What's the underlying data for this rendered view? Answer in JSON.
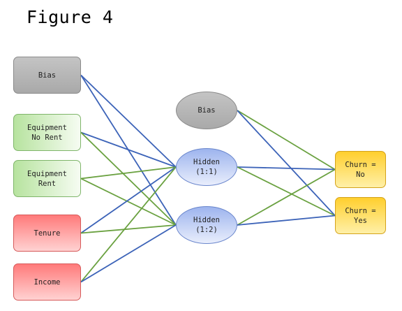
{
  "title": "Figure 4",
  "colors": {
    "blue_edge": "#3c63b8",
    "green_edge": "#6aa140"
  },
  "input_nodes": [
    {
      "id": "bias",
      "label": "Bias"
    },
    {
      "id": "equipment-no-rent",
      "label": "Equipment\nNo Rent"
    },
    {
      "id": "equipment-rent",
      "label": "Equipment\nRent"
    },
    {
      "id": "tenure",
      "label": "Tenure"
    },
    {
      "id": "income",
      "label": "Income"
    }
  ],
  "hidden_nodes": [
    {
      "id": "hidden-bias",
      "label": "Bias"
    },
    {
      "id": "hidden-1-1",
      "label": "Hidden\n(1:1)"
    },
    {
      "id": "hidden-1-2",
      "label": "Hidden\n(1:2)"
    }
  ],
  "output_nodes": [
    {
      "id": "churn-no",
      "label": "Churn =\nNo"
    },
    {
      "id": "churn-yes",
      "label": "Churn =\nYes"
    }
  ],
  "edges": [
    {
      "from": "bias",
      "to": "hidden-1-1",
      "color": "blue"
    },
    {
      "from": "bias",
      "to": "hidden-1-2",
      "color": "blue"
    },
    {
      "from": "equipment-no-rent",
      "to": "hidden-1-1",
      "color": "blue"
    },
    {
      "from": "equipment-no-rent",
      "to": "hidden-1-2",
      "color": "green"
    },
    {
      "from": "equipment-rent",
      "to": "hidden-1-1",
      "color": "green"
    },
    {
      "from": "equipment-rent",
      "to": "hidden-1-2",
      "color": "green"
    },
    {
      "from": "tenure",
      "to": "hidden-1-1",
      "color": "blue"
    },
    {
      "from": "tenure",
      "to": "hidden-1-2",
      "color": "green"
    },
    {
      "from": "income",
      "to": "hidden-1-1",
      "color": "green"
    },
    {
      "from": "income",
      "to": "hidden-1-2",
      "color": "blue"
    },
    {
      "from": "hidden-bias",
      "to": "churn-no",
      "color": "green"
    },
    {
      "from": "hidden-bias",
      "to": "churn-yes",
      "color": "blue"
    },
    {
      "from": "hidden-1-1",
      "to": "churn-no",
      "color": "blue"
    },
    {
      "from": "hidden-1-1",
      "to": "churn-yes",
      "color": "green"
    },
    {
      "from": "hidden-1-2",
      "to": "churn-no",
      "color": "green"
    },
    {
      "from": "hidden-1-2",
      "to": "churn-yes",
      "color": "blue"
    }
  ]
}
